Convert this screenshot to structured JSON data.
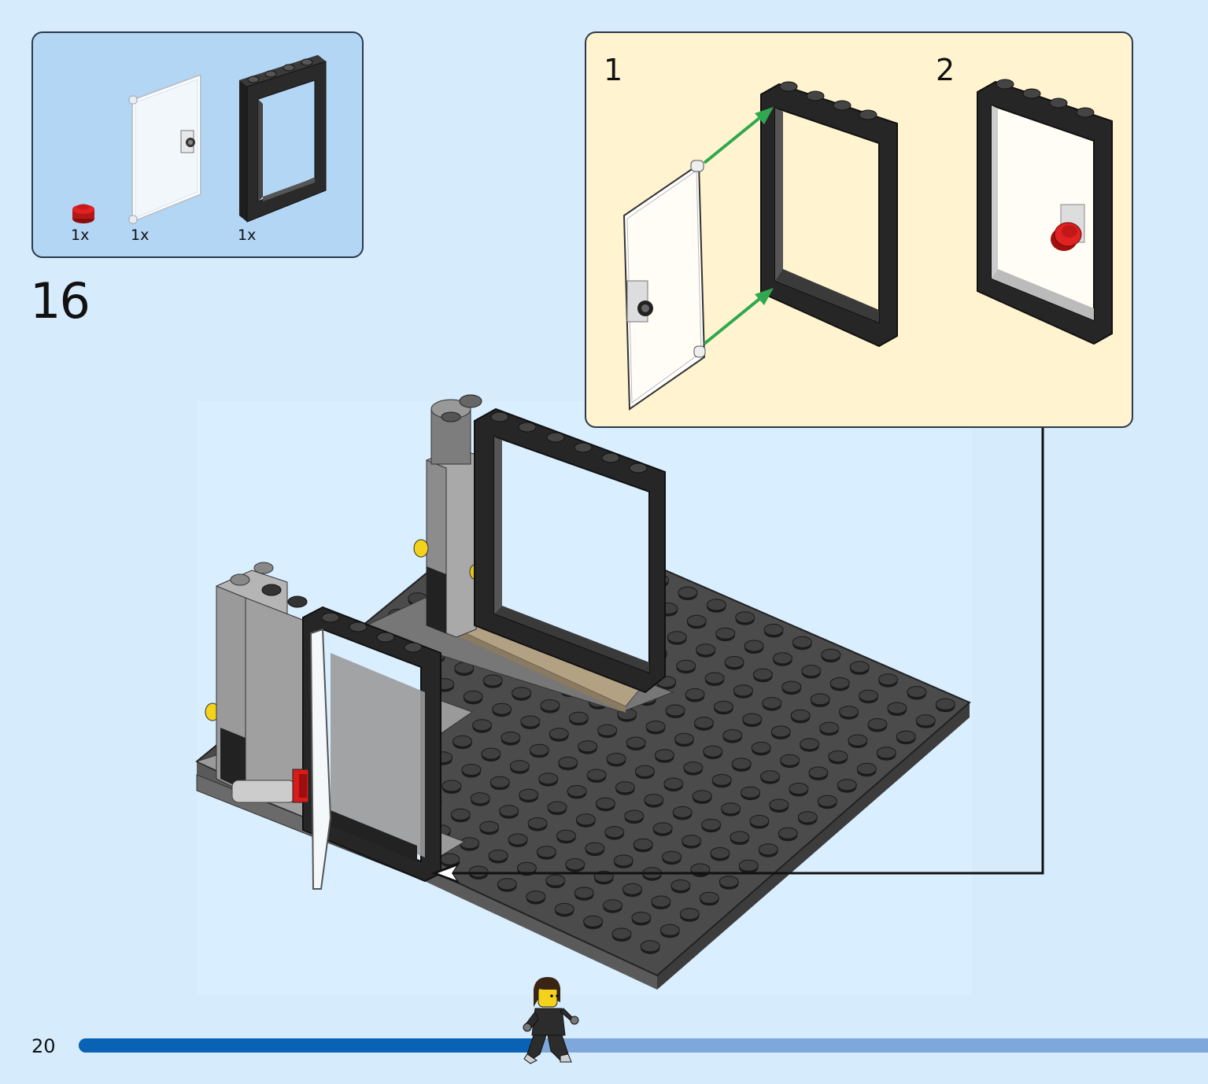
{
  "parts_list": {
    "items": [
      {
        "part": "red-round-plate",
        "quantity": "1x"
      },
      {
        "part": "transparent-door",
        "quantity": "1x"
      },
      {
        "part": "black-door-frame",
        "quantity": "1x"
      }
    ]
  },
  "step": {
    "number": "16"
  },
  "sub_steps": [
    {
      "number": "1"
    },
    {
      "number": "2"
    }
  ],
  "page": {
    "number": "20"
  },
  "progress": {
    "fraction": 0.41
  },
  "colors": {
    "background": "#d6ecfd",
    "parts_box": "#b3d6f5",
    "sub_box": "#fff4cf",
    "progress_fill": "#0a62b5",
    "progress_track": "#7ea7db",
    "arrow": "#2fa84f"
  }
}
